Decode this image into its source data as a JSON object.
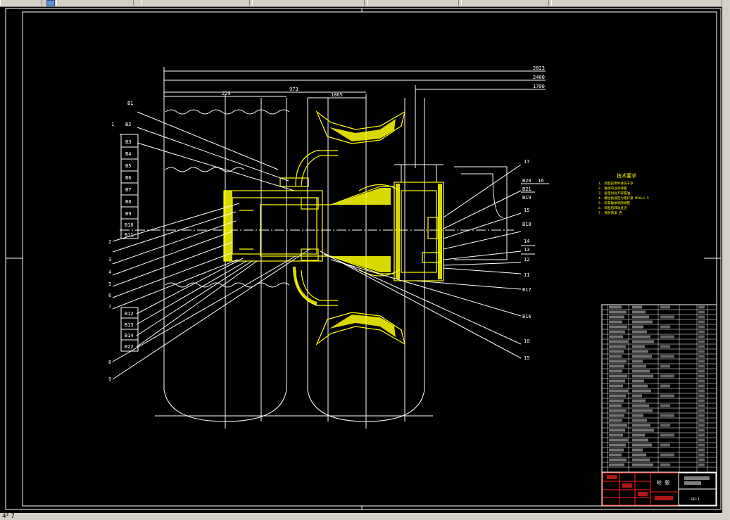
{
  "window": {
    "status_text": "4² 7"
  },
  "tabs": [
    "",
    "",
    "",
    "",
    "",
    "",
    ""
  ],
  "drawing": {
    "dims_top": [
      "2823",
      "2400",
      "1700",
      "973",
      "229",
      "1865"
    ],
    "left_labels": [
      "1",
      "B1",
      "B2",
      "B3",
      "B4",
      "B5",
      "B6",
      "B7",
      "B8",
      "B9",
      "B10",
      "B11"
    ],
    "left_numbers": [
      "2",
      "3",
      "4",
      "5",
      "6",
      "7",
      "8",
      "9"
    ],
    "left_mid_labels": [
      "B12",
      "B13",
      "B14",
      "B22"
    ],
    "right_labels": [
      "17",
      "B20",
      "B21",
      "16",
      "B19",
      "15",
      "B18",
      "14",
      "13",
      "12",
      "11",
      "B17",
      "B16",
      "10",
      "15"
    ],
    "tech_title": "技术要求",
    "tech_notes": [
      "1. 装配前零件清洗干净",
      "2. 轴承内注润滑脂",
      "3. 各密封处不得漏油",
      "4. 螺栓按规定力矩拧紧 M20×1.5",
      "5. 轮毂轴承间隙调整",
      "6. 装配后转动灵活",
      "7. 涂防锈漆 色"
    ],
    "title_block": {
      "part_name": "轮 毂",
      "drawing_no": "GR-1"
    }
  }
}
